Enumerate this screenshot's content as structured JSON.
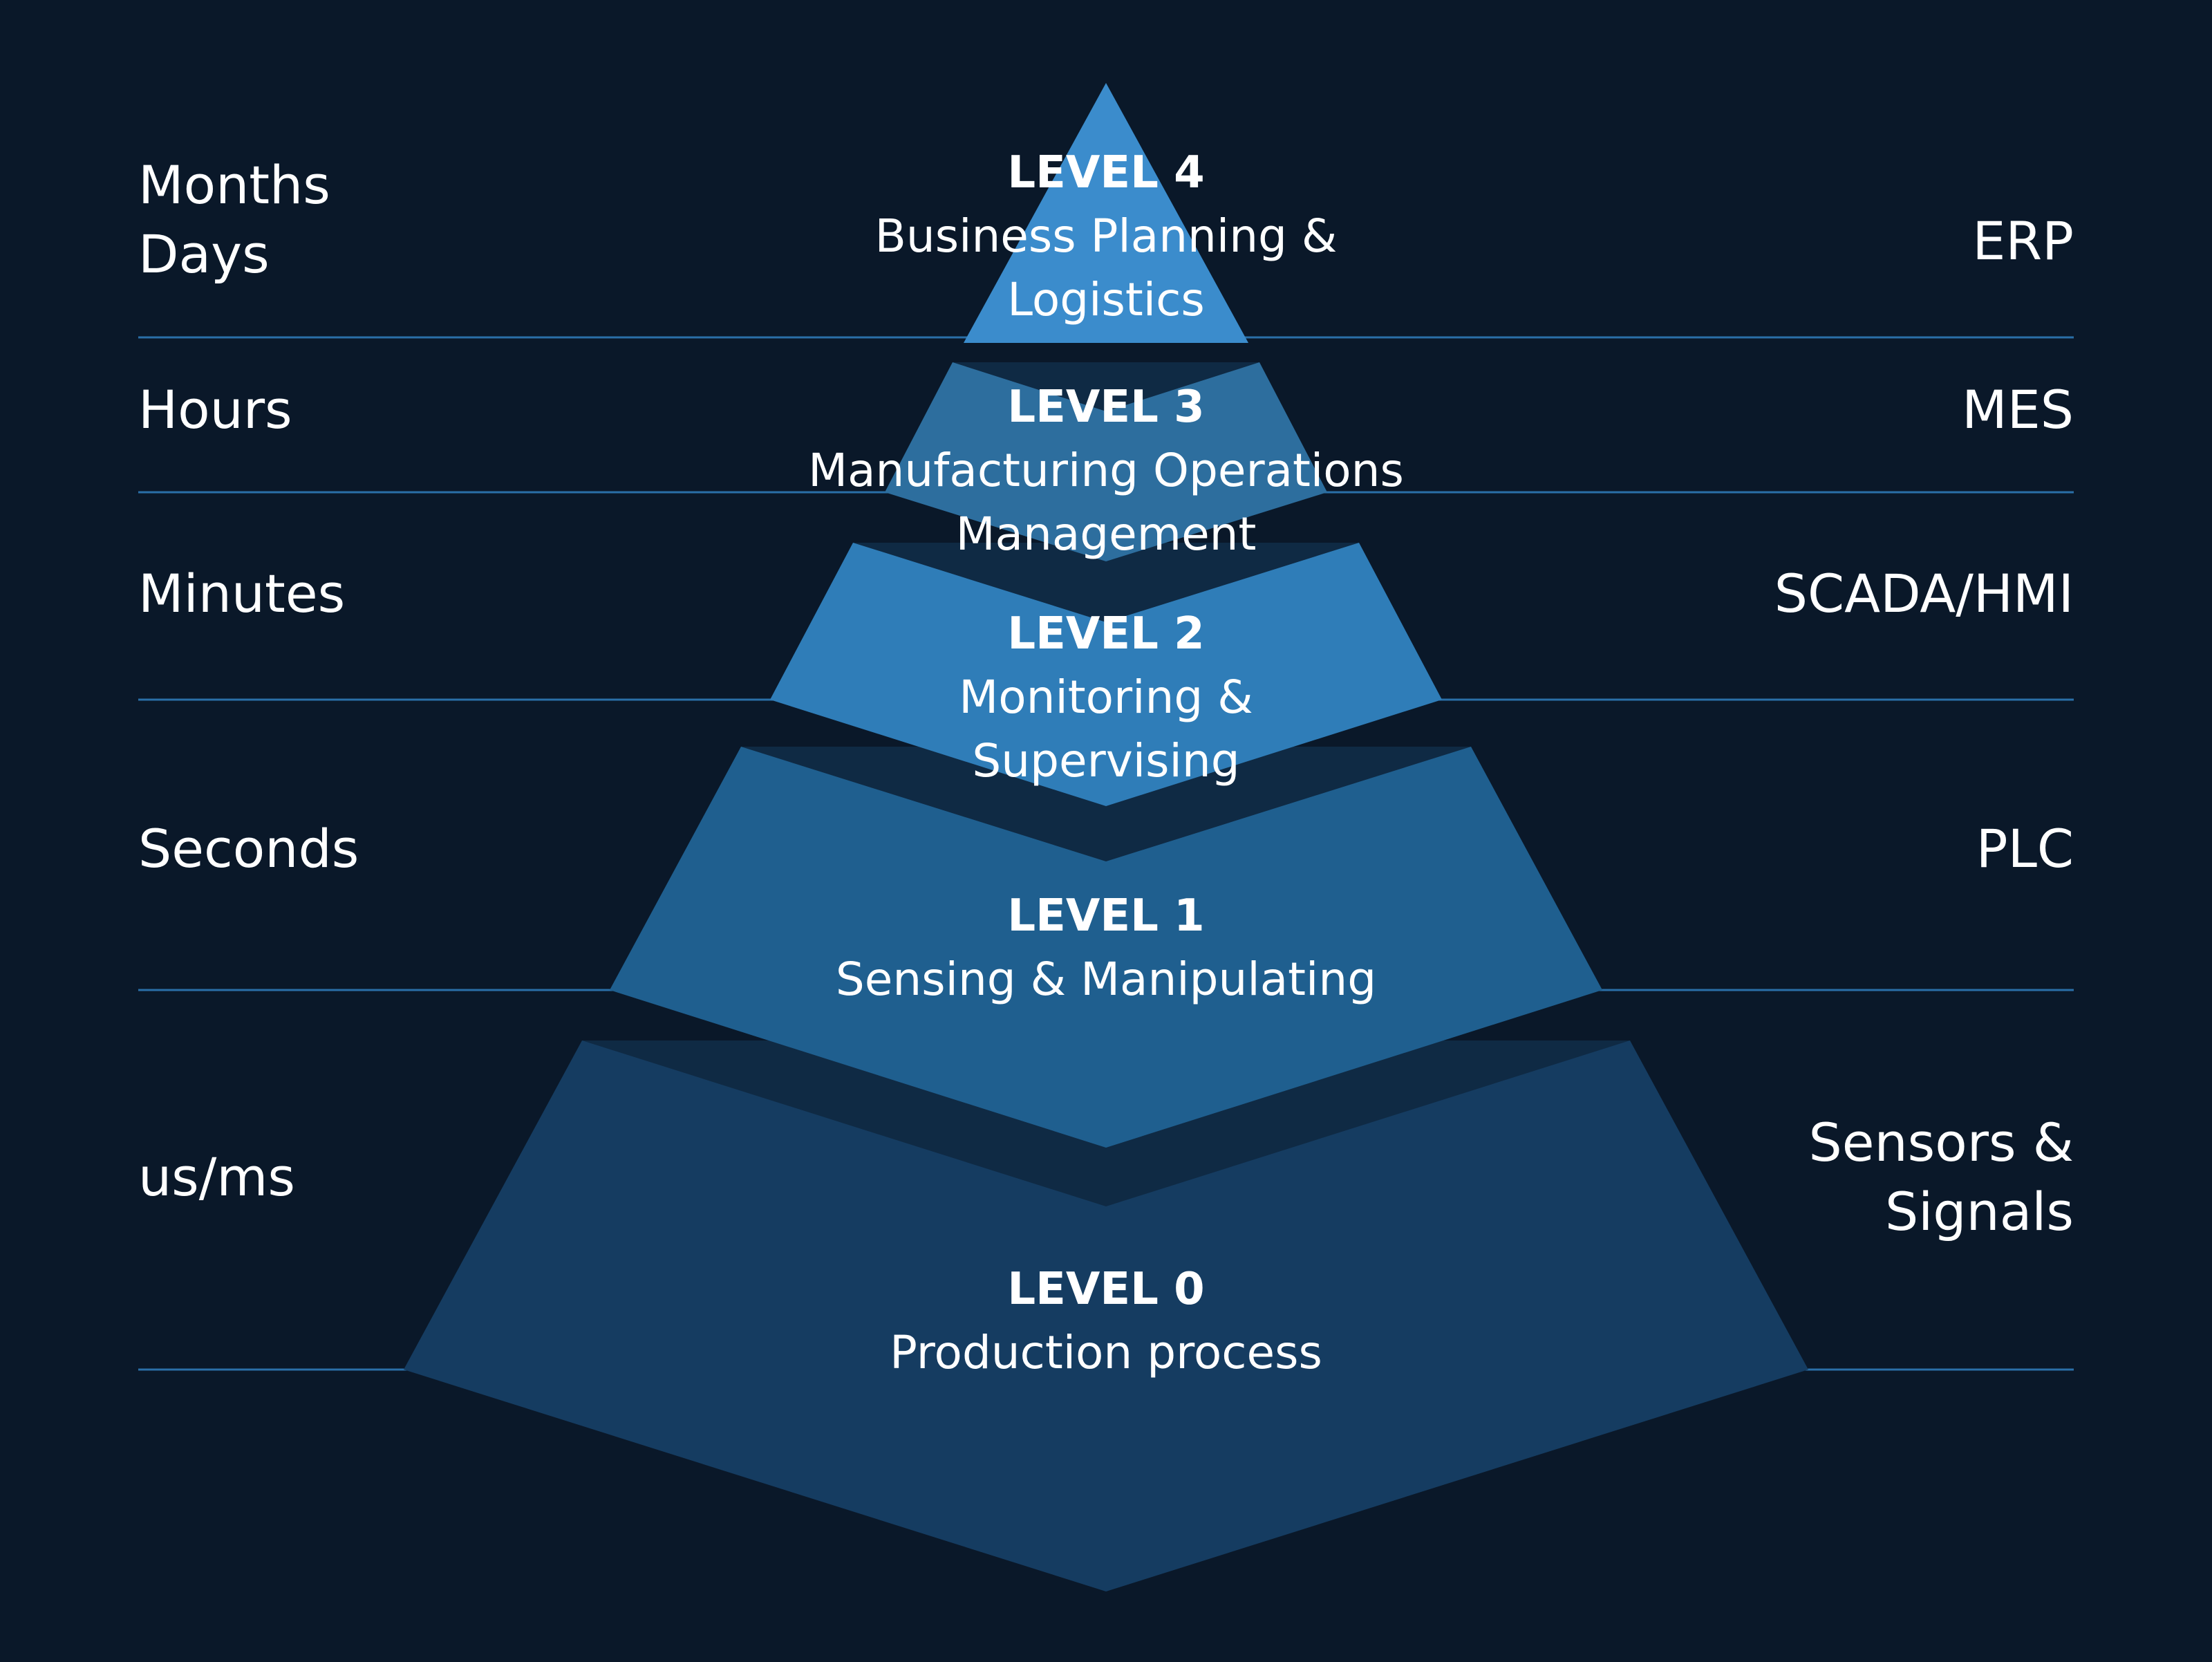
{
  "colors": {
    "background": "#0a1829",
    "divider": "#2a6fa8",
    "level4": "#3b8ccc",
    "level3": "#2d6e9e",
    "level2": "#2f7db8",
    "level1": "#1f5f8f",
    "level0": "#153c61",
    "shadow": "#0f2a44"
  },
  "time_scales": [
    {
      "lines": [
        "Months",
        "Days"
      ]
    },
    {
      "lines": [
        "Hours"
      ]
    },
    {
      "lines": [
        "Minutes"
      ]
    },
    {
      "lines": [
        "Seconds"
      ]
    },
    {
      "lines": [
        "us/ms"
      ]
    }
  ],
  "systems": [
    {
      "lines": [
        "ERP"
      ]
    },
    {
      "lines": [
        "MES"
      ]
    },
    {
      "lines": [
        "SCADA/HMI"
      ]
    },
    {
      "lines": [
        "PLC"
      ]
    },
    {
      "lines": [
        "Sensors &",
        "Signals"
      ]
    }
  ],
  "levels": [
    {
      "title": "LEVEL 4",
      "desc": [
        "Business Planning &",
        "Logistics"
      ]
    },
    {
      "title": "LEVEL 3",
      "desc": [
        "Manufacturing Operations",
        "Management"
      ]
    },
    {
      "title": "LEVEL 2",
      "desc": [
        "Monitoring &",
        "Supervising"
      ]
    },
    {
      "title": "LEVEL 1",
      "desc": [
        "Sensing & Manipulating"
      ]
    },
    {
      "title": "LEVEL 0",
      "desc": [
        "Production process"
      ]
    }
  ]
}
